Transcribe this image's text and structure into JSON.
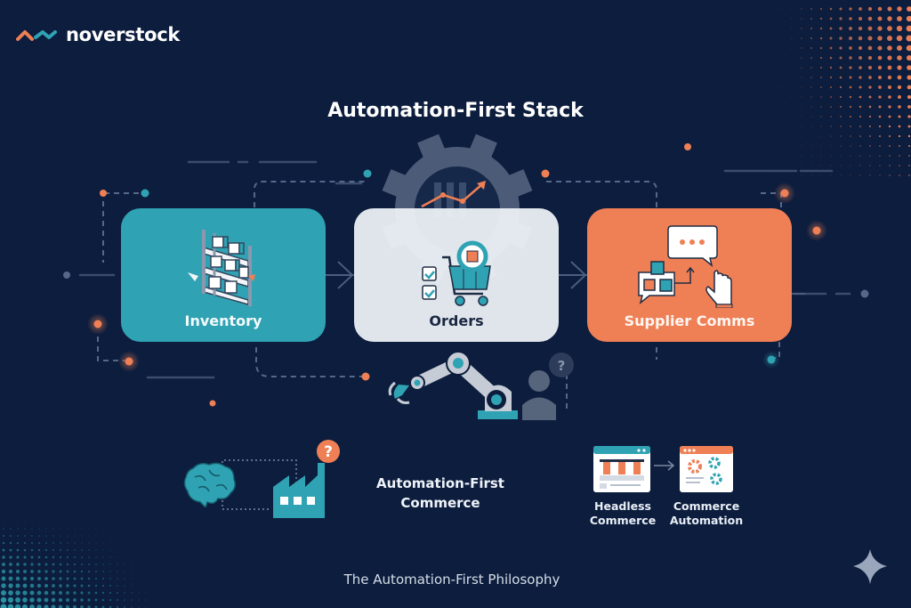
{
  "brand": {
    "name": "noverstock",
    "logo_icon": "wave-logo-icon",
    "colors": {
      "orange": "#ef7f55",
      "teal": "#2fa3b3"
    }
  },
  "header": {
    "title": "Automation-First Stack"
  },
  "stack_cards": [
    {
      "label": "Inventory",
      "icon": "warehouse-shelves-icon",
      "color": "#2fa3b3"
    },
    {
      "label": "Orders",
      "icon": "shopping-cart-checklist-icon",
      "color": "#eceff5"
    },
    {
      "label": "Supplier Comms",
      "icon": "chat-cubes-pointer-icon",
      "color": "#ef7f55"
    }
  ],
  "background_icons": [
    "gear-chart-icon",
    "robot-arm-icon",
    "person-question-icon"
  ],
  "bottom_section": {
    "center_label_line1": "Automation-First",
    "center_label_line2": "Commerce",
    "left_icons": [
      "brain-icon",
      "factory-question-icon"
    ],
    "flow": [
      {
        "line1": "Headless",
        "line2": "Commerce",
        "icon": "storefront-browser-icon"
      },
      {
        "line1": "Commerce",
        "line2": "Automation",
        "icon": "gears-browser-icon"
      }
    ]
  },
  "footer": {
    "caption": "The Automation-First Philosophy",
    "corner_icon": "sparkle-icon"
  }
}
